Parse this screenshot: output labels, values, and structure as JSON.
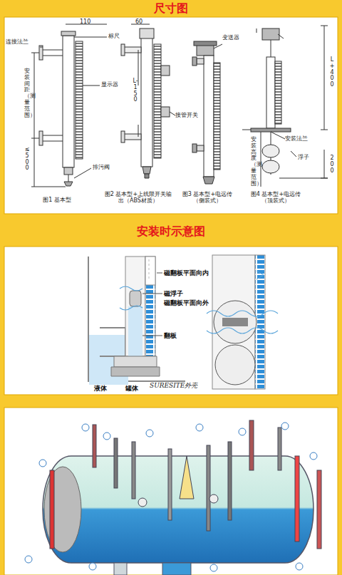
{
  "diagram": {
    "nodes": [
      {
        "text": [
          "尺寸图"
        ]
      },
      {
        "text": [
          "安装时示意图"
        ]
      }
    ],
    "labels": [
      "110",
      "标尺",
      "连接法兰",
      "显示器",
      "安装间距（测量范围）",
      "≤500",
      "排污阀",
      "60",
      "L-150",
      "接管开关",
      "变送器",
      "L+400",
      "安装法兰",
      "浮子",
      "安装高度（测量范围）",
      "200",
      "图1 基本型",
      "图2 基本型+上线限开关输出（ABS材质）",
      "图3 基本型+电远传（侧装式）",
      "图4 基本型+电远传（顶装式）",
      "磁翻板平面向内",
      "磁浮子",
      "磁翻板平面向外",
      "翻板",
      "SURESITE外壳",
      "液体",
      "罐体"
    ]
  }
}
